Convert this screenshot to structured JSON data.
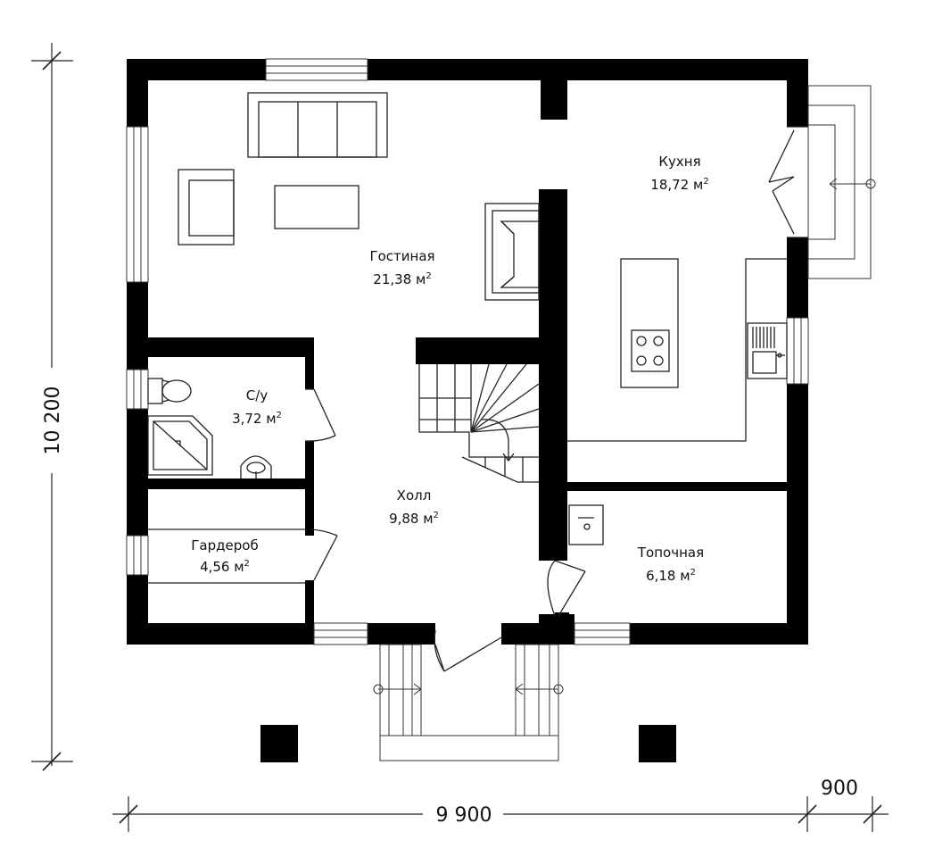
{
  "rooms": {
    "living": {
      "name": "Гостиная",
      "area": "21,38 м",
      "sup": "2"
    },
    "kitchen": {
      "name": "Кухня",
      "area": "18,72 м",
      "sup": "2"
    },
    "bath": {
      "name": "С/у",
      "area": "3,72 м",
      "sup": "2"
    },
    "hall": {
      "name": "Холл",
      "area": "9,88 м",
      "sup": "2"
    },
    "wardrobe": {
      "name": "Гардероб",
      "area": "4,56 м",
      "sup": "2"
    },
    "boiler": {
      "name": "Топочная",
      "area": "6,18 м",
      "sup": "2"
    }
  },
  "dimensions": {
    "height": "10 200",
    "width": "9 900",
    "extra": "900"
  },
  "colors": {
    "wall": "#000000",
    "line": "#333333",
    "background": "#ffffff"
  }
}
